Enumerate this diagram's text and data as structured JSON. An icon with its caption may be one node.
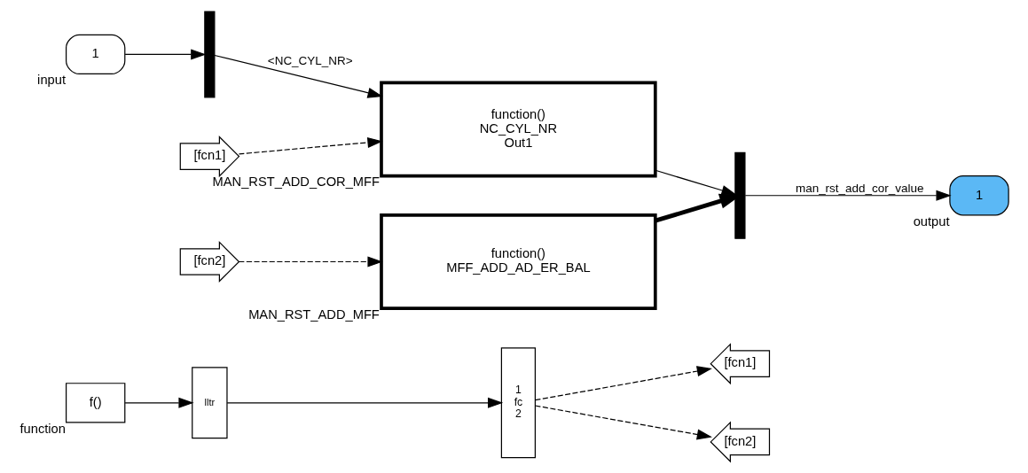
{
  "diagram": {
    "nodes": [
      {
        "text": [
          "f()"
        ],
        "beside": [
          "function"
        ]
      },
      {
        "text": [
          "lltr"
        ]
      },
      {
        "text": [
          "1",
          "fc",
          "2"
        ]
      },
      {
        "text": [
          "[fcn1]"
        ]
      },
      {
        "text": [
          "[fcn2]"
        ]
      },
      {
        "text": [
          "[fcn1]"
        ]
      },
      {
        "text": [
          "1"
        ],
        "beside": [
          "input"
        ]
      },
      {
        "text": [],
        "shape": "bar"
      },
      {
        "text": [
          "function()",
          "NC_CYL_NR",
          "Out1"
        ],
        "beside": [
          "MAN_RST_ADD_COR_MFF"
        ]
      },
      {
        "text": [
          "[fcn2]"
        ]
      },
      {
        "text": [
          "function()",
          "MFF_ADD_AD_ER_BAL"
        ],
        "beside": [
          "MAN_RST_ADD_MFF"
        ]
      },
      {
        "text": [],
        "shape": "bar"
      },
      {
        "text": [
          "1"
        ],
        "beside": [
          "output"
        ]
      }
    ],
    "edges": [
      {
        "from": 0,
        "to": 1,
        "arrow": "to"
      },
      {
        "from": 1,
        "to": 2,
        "arrow": "to"
      },
      {
        "from": 2,
        "to": 3,
        "arrow": "to",
        "style": "dashed"
      },
      {
        "from": 2,
        "to": 4,
        "arrow": "to",
        "style": "dashed"
      },
      {
        "from": 5,
        "to": 8,
        "arrow": "to",
        "style": "dashed"
      },
      {
        "from": 9,
        "to": 10,
        "arrow": "to",
        "style": "dashed"
      },
      {
        "from": 6,
        "to": 7,
        "arrow": "to"
      },
      {
        "from": 7,
        "to": 8,
        "arrow": "to",
        "label": "<NC_CYL_NR>"
      },
      {
        "from": 8,
        "to": 11,
        "arrow": "to"
      },
      {
        "from": 10,
        "to": 11,
        "arrow": "to",
        "style": "thick"
      },
      {
        "from": 11,
        "to": 12,
        "arrow": "to",
        "label": "man_rst_add_cor_value"
      }
    ]
  }
}
